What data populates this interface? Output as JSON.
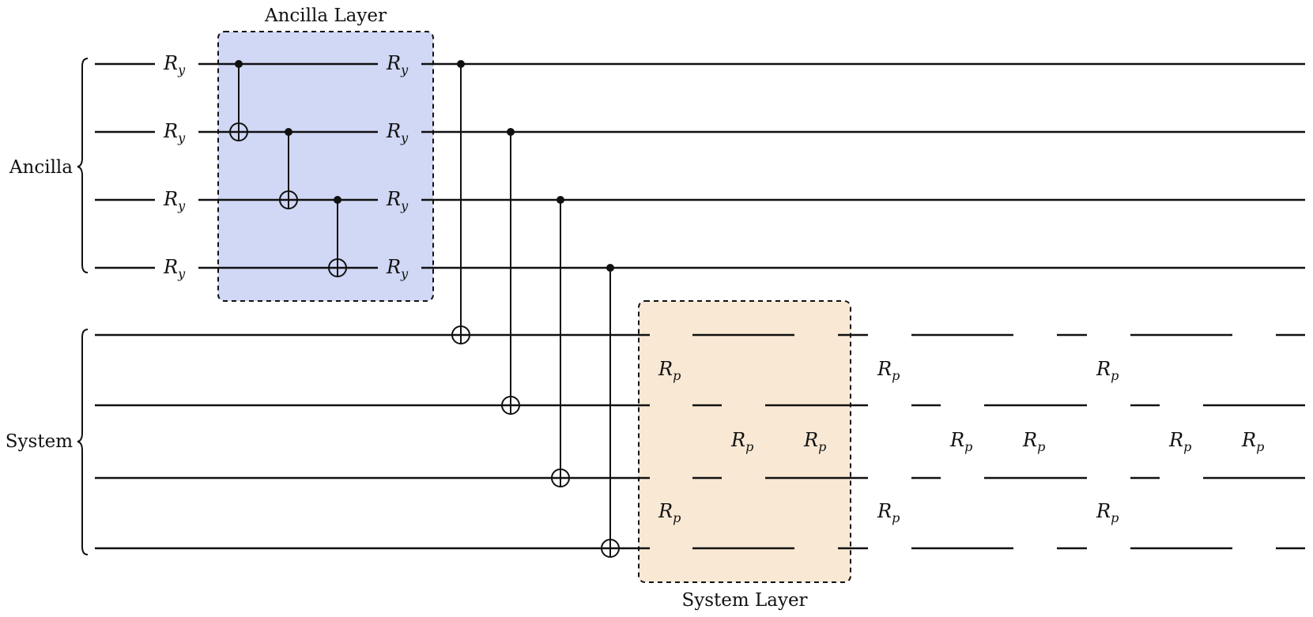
{
  "groups": {
    "ancilla": {
      "label": "Ancilla"
    },
    "system": {
      "label": "System"
    }
  },
  "boxes": {
    "ancilla_layer": {
      "title": "Ancilla Layer",
      "fill": "#d1d8f5"
    },
    "system_layer": {
      "title": "System Layer",
      "fill": "#f9e8d4"
    }
  },
  "gates": {
    "ry": {
      "symbol": "R",
      "subscript": "y"
    },
    "rp": {
      "symbol": "R",
      "subscript": "p"
    }
  },
  "colors": {
    "ink": "#111111"
  }
}
